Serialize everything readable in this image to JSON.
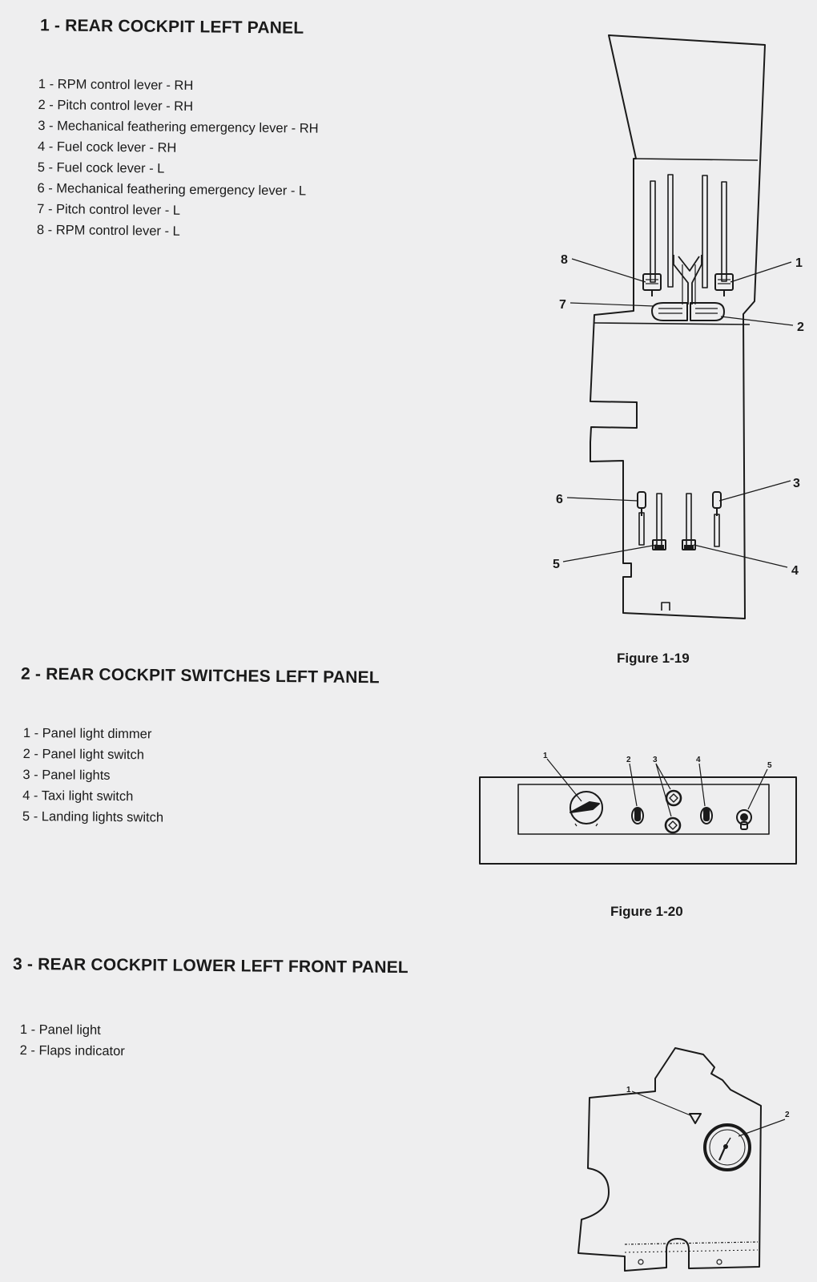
{
  "sections": [
    {
      "title": "1 - REAR COCKPIT LEFT PANEL",
      "items": [
        "1 - RPM control lever - RH",
        "2 - Pitch control lever - RH",
        "3 - Mechanical feathering emergency lever - RH",
        "4 - Fuel cock lever - RH",
        "5 - Fuel cock lever - L",
        "6 - Mechanical feathering emergency lever - L",
        "7 - Pitch control lever - L",
        "8 - RPM control lever - L"
      ],
      "figure_caption": "Figure 1-19",
      "callouts": [
        "1",
        "2",
        "3",
        "4",
        "5",
        "6",
        "7",
        "8"
      ]
    },
    {
      "title": "2 - REAR COCKPIT SWITCHES LEFT PANEL",
      "items": [
        "1 - Panel light dimmer",
        "2 - Panel light switch",
        "3 - Panel lights",
        "4 - Taxi light switch",
        "5 - Landing lights switch"
      ],
      "figure_caption": "Figure 1-20",
      "callouts": [
        "1",
        "2",
        "3",
        "4",
        "5"
      ]
    },
    {
      "title": "3 - REAR COCKPIT LOWER LEFT FRONT PANEL",
      "items": [
        "1 - Panel light",
        "2 - Flaps indicator"
      ],
      "callouts": [
        "1",
        "2"
      ]
    }
  ]
}
